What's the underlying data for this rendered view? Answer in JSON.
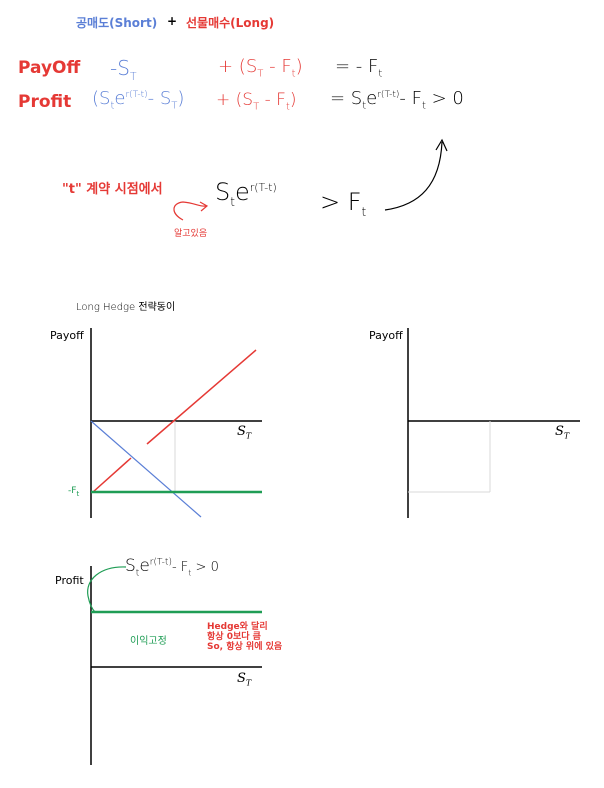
{
  "header": {
    "short_label": "공매도(Short)",
    "plus": "+",
    "long_label": "선물매수(Long)"
  },
  "rows": {
    "payoff_label": "PayOff",
    "payoff_short": "-S",
    "payoff_short_sub": "T",
    "payoff_long": "+ (S",
    "payoff_long_sub1": "T",
    "payoff_long_mid": " - F",
    "payoff_long_sub2": "t",
    "payoff_long_close": ")",
    "payoff_eq": "= - F",
    "payoff_eq_sub": "t",
    "profit_label": "Profit",
    "profit_short_open": "(S",
    "profit_short_sub": "t",
    "profit_short_e": "e",
    "profit_short_exp": "r(T-t)",
    "profit_short_rest": "- S",
    "profit_short_sub2": "T",
    "profit_short_close": ")",
    "profit_long": "+ (S",
    "profit_long_sub1": "T",
    "profit_long_mid": " - F",
    "profit_long_sub2": "t",
    "profit_long_close": ")",
    "profit_eq": "= S",
    "profit_eq_sub": "t",
    "profit_eq_e": "e",
    "profit_eq_exp": "r(T-t)",
    "profit_eq_rest": "- F",
    "profit_eq_sub2": "t",
    "profit_eq_gt": " > 0"
  },
  "note": {
    "label": "\"t\" 계약 시점에서",
    "sub": "알고있음",
    "s": "S",
    "s_sub": "t",
    "e": "e",
    "exp": "r(T-t)",
    "gt": "> F",
    "gt_sub": "t"
  },
  "long_hedge_title": "Long Hedge 전략동이",
  "chart1": {
    "ylabel": "Payoff",
    "xlabel": "S",
    "xlabel_sub": "T",
    "neg_ft_label": "-F",
    "neg_ft_sub": "t"
  },
  "chart2": {
    "ylabel": "Payoff",
    "xlabel": "S",
    "xlabel_sub": "T"
  },
  "chart3": {
    "ylabel": "Profit",
    "annotation_s": "S",
    "annotation_s_sub": "t",
    "annotation_e": "e",
    "annotation_exp": "r(T-t)",
    "annotation_rest": "- F",
    "annotation_rest_sub": "t",
    "annotation_gt": " > 0",
    "fixed_profit": "이익고정",
    "note_line1": "Hedge와 달리",
    "note_line2": "항상 0보다 큼",
    "note_line3": "So, 항상 위에 있음",
    "xlabel": "S",
    "xlabel_sub": "T"
  },
  "colors": {
    "red": "#e53935",
    "blue": "#5b7fd6",
    "green": "#1f9d55"
  }
}
